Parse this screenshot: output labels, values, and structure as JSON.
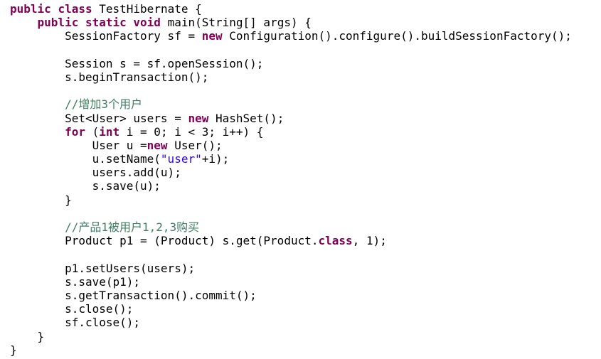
{
  "editor": {
    "lines": [
      [
        {
          "t": "kw",
          "v": "public"
        },
        {
          "t": "tx",
          "v": " "
        },
        {
          "t": "kw",
          "v": "class"
        },
        {
          "t": "tx",
          "v": " TestHibernate {"
        }
      ],
      [
        {
          "t": "tx",
          "v": "    "
        },
        {
          "t": "kw",
          "v": "public"
        },
        {
          "t": "tx",
          "v": " "
        },
        {
          "t": "kw",
          "v": "static"
        },
        {
          "t": "tx",
          "v": " "
        },
        {
          "t": "kw",
          "v": "void"
        },
        {
          "t": "tx",
          "v": " main(String[] args) {"
        }
      ],
      [
        {
          "t": "tx",
          "v": "        SessionFactory sf = "
        },
        {
          "t": "kw",
          "v": "new"
        },
        {
          "t": "tx",
          "v": " Configuration().configure().buildSessionFactory();"
        }
      ],
      [],
      [
        {
          "t": "tx",
          "v": "        Session s = sf.openSession();"
        }
      ],
      [
        {
          "t": "tx",
          "v": "        s.beginTransaction();"
        }
      ],
      [],
      [
        {
          "t": "tx",
          "v": "        "
        },
        {
          "t": "cm",
          "v": "//增加3个用户"
        }
      ],
      [
        {
          "t": "tx",
          "v": "        Set<User> users = "
        },
        {
          "t": "kw",
          "v": "new"
        },
        {
          "t": "tx",
          "v": " HashSet();"
        }
      ],
      [
        {
          "t": "tx",
          "v": "        "
        },
        {
          "t": "kw",
          "v": "for"
        },
        {
          "t": "tx",
          "v": " ("
        },
        {
          "t": "kw",
          "v": "int"
        },
        {
          "t": "tx",
          "v": " i = 0; i < 3; i++) {"
        }
      ],
      [
        {
          "t": "tx",
          "v": "            User u ="
        },
        {
          "t": "kw",
          "v": "new"
        },
        {
          "t": "tx",
          "v": " User();"
        }
      ],
      [
        {
          "t": "tx",
          "v": "            u.setName("
        },
        {
          "t": "str",
          "v": "\"user\""
        },
        {
          "t": "tx",
          "v": "+i);"
        }
      ],
      [
        {
          "t": "tx",
          "v": "            users.add(u);"
        }
      ],
      [
        {
          "t": "tx",
          "v": "            s.save(u);"
        }
      ],
      [
        {
          "t": "tx",
          "v": "        }"
        }
      ],
      [],
      [
        {
          "t": "tx",
          "v": "        "
        },
        {
          "t": "cm",
          "v": "//产品1被用户1,2,3购买"
        }
      ],
      [
        {
          "t": "tx",
          "v": "        Product p1 = (Product) s.get(Product."
        },
        {
          "t": "kw",
          "v": "class"
        },
        {
          "t": "tx",
          "v": ", 1);"
        }
      ],
      [],
      [
        {
          "t": "tx",
          "v": "        p1.setUsers(users);"
        }
      ],
      [
        {
          "t": "tx",
          "v": "        s.save(p1);"
        }
      ],
      [
        {
          "t": "tx",
          "v": "        s.getTransaction().commit();"
        }
      ],
      [
        {
          "t": "tx",
          "v": "        s.close();"
        }
      ],
      [
        {
          "t": "tx",
          "v": "        sf.close();"
        }
      ],
      [
        {
          "t": "tx",
          "v": "    }"
        }
      ],
      [
        {
          "t": "tx",
          "v": "}"
        }
      ]
    ]
  },
  "colors": {
    "keyword": "#7f0055",
    "comment": "#3f7f5f",
    "string": "#2a00ff",
    "text": "#000000",
    "background": "#ffffff"
  }
}
